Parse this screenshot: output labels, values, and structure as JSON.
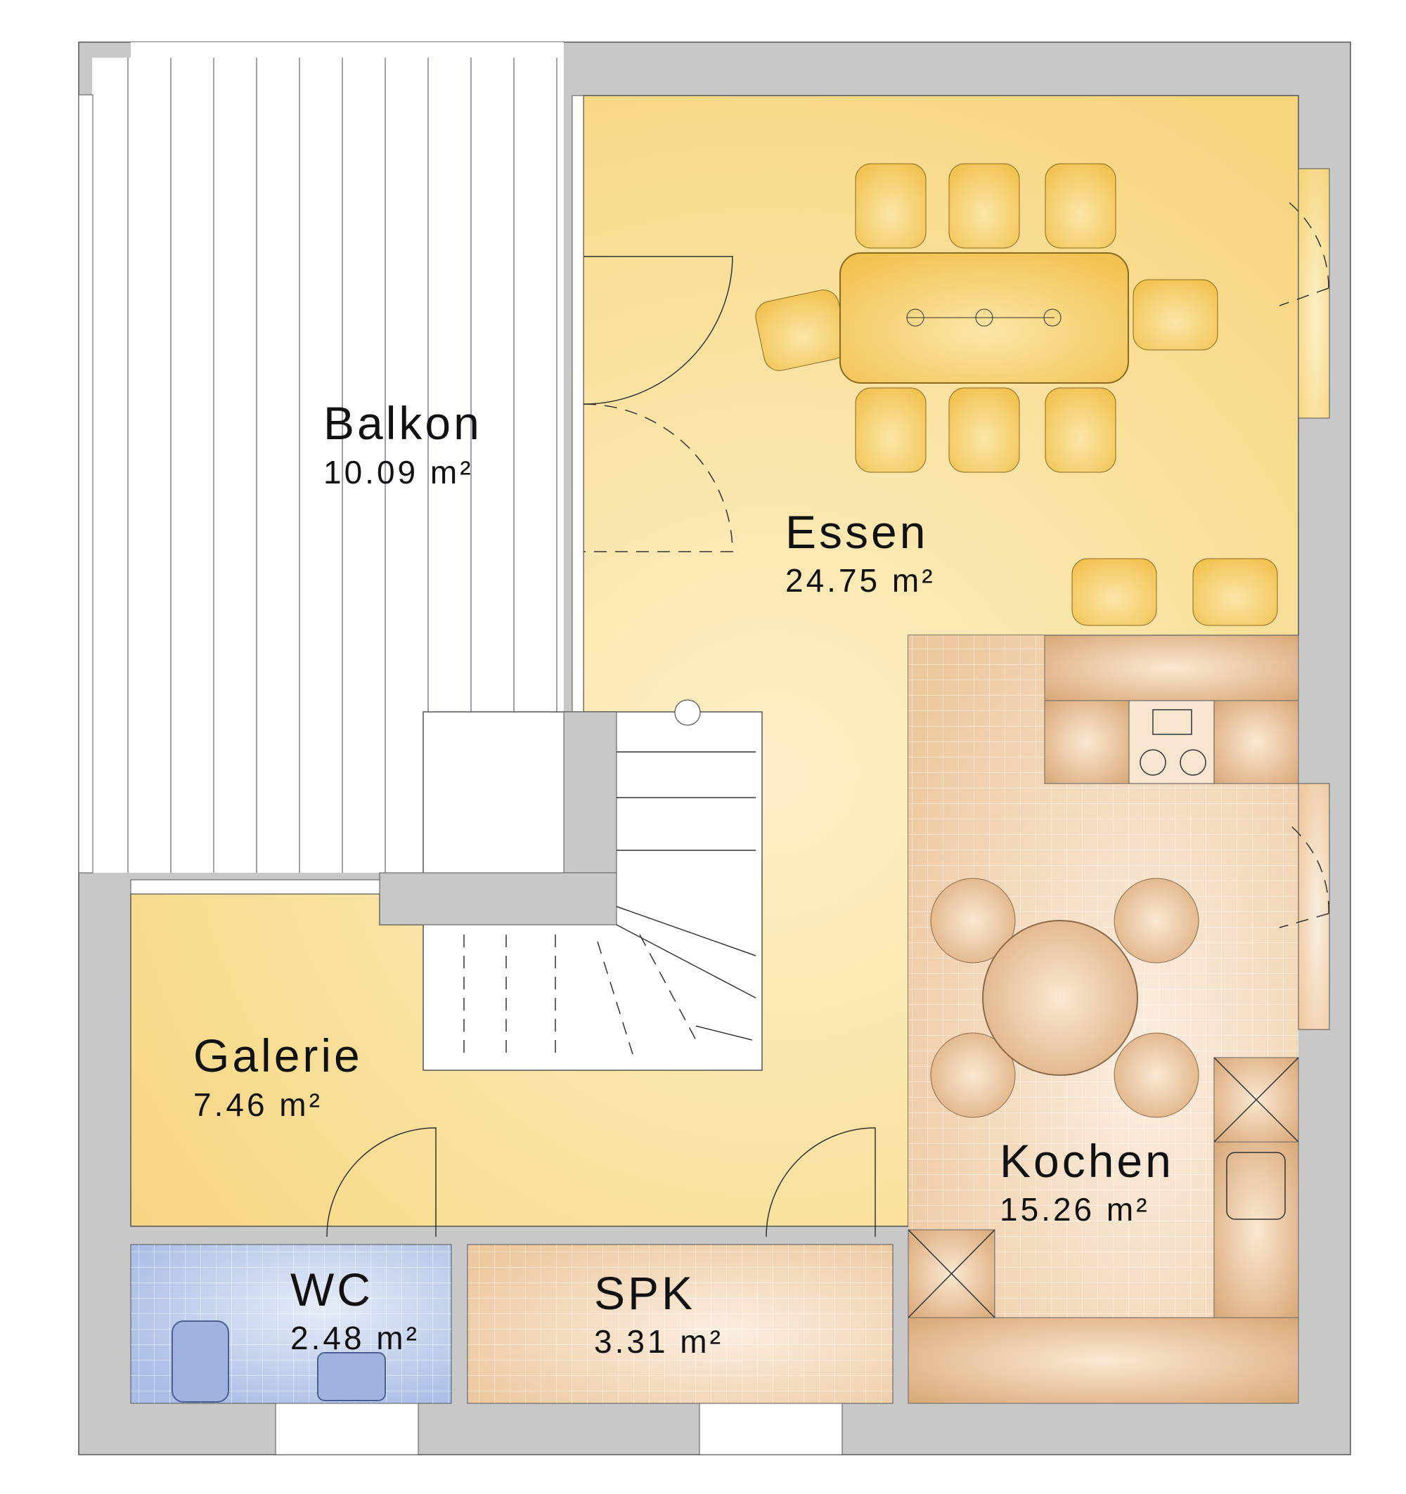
{
  "plan": {
    "rooms": [
      {
        "id": "balkon",
        "name": "Balkon",
        "area": "10.09 m²"
      },
      {
        "id": "essen",
        "name": "Essen",
        "area": "24.75 m²"
      },
      {
        "id": "galerie",
        "name": "Galerie",
        "area": "7.46 m²"
      },
      {
        "id": "kochen",
        "name": "Kochen",
        "area": "15.26 m²"
      },
      {
        "id": "wc",
        "name": "WC",
        "area": "2.48 m²"
      },
      {
        "id": "spk",
        "name": "SPK",
        "area": "3.31 m²"
      }
    ],
    "colors": {
      "wall": "#c8c8c8",
      "living": "#f7d98a",
      "kitchen_tile": "#f0cfa8",
      "wc_tile": "#b9c9ea",
      "furniture": "#f5c95a",
      "kitchen_furniture": "#deb080"
    }
  }
}
